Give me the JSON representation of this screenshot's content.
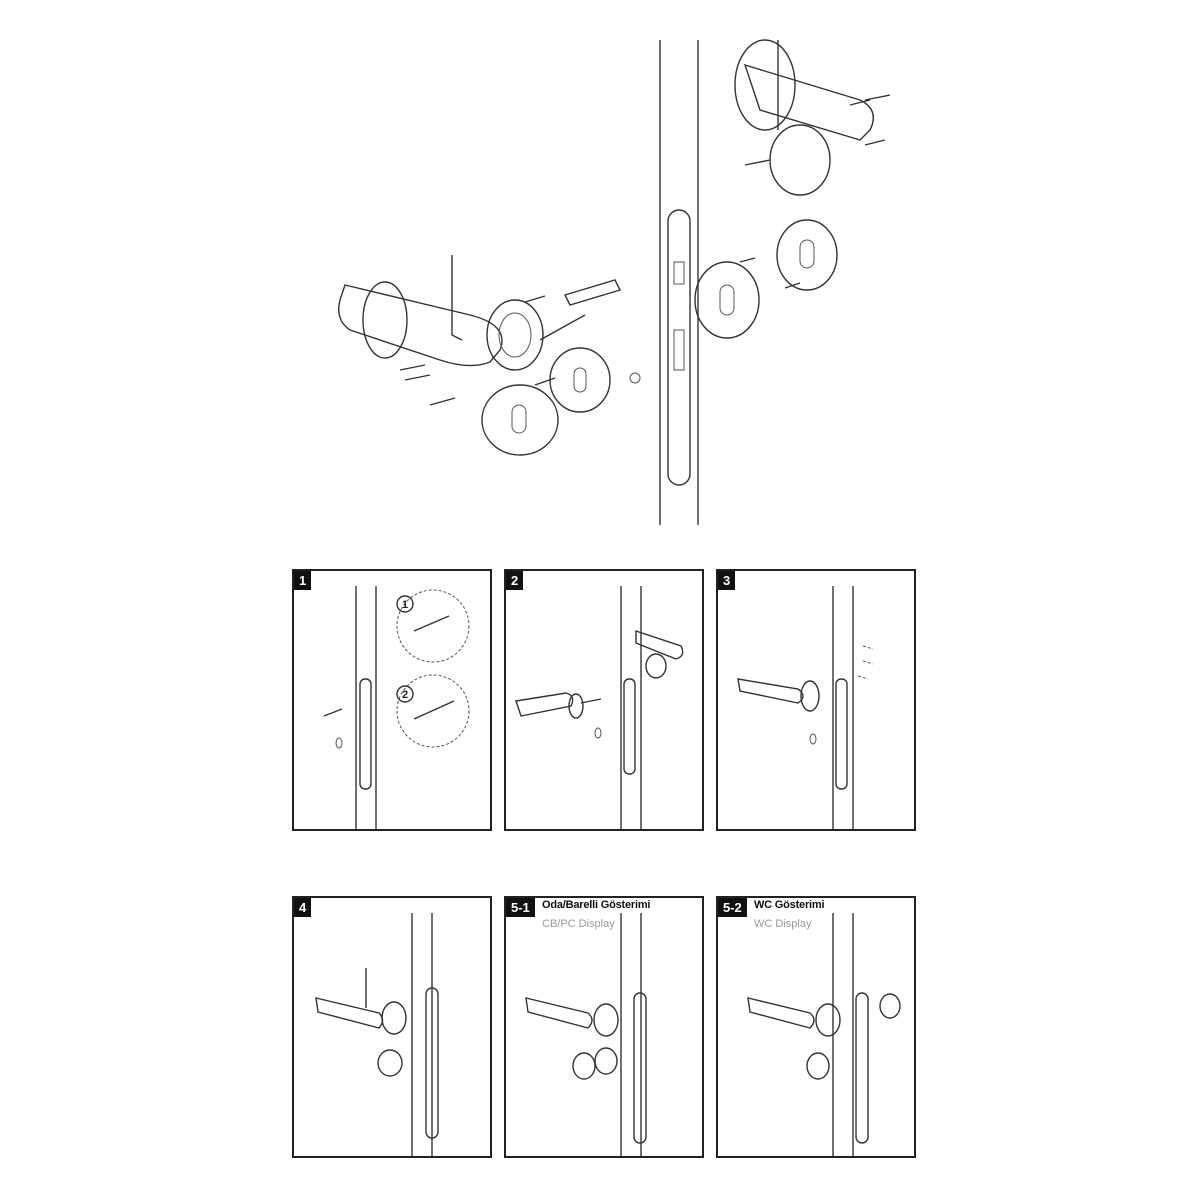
{
  "steps": [
    {
      "label": "1",
      "callouts": [
        "1",
        "2"
      ]
    },
    {
      "label": "2"
    },
    {
      "label": "3"
    },
    {
      "label": "4"
    },
    {
      "label": "5-1",
      "title": "Oda/Barelli Gösterimi",
      "subtitle": "CB/PC Display"
    },
    {
      "label": "5-2",
      "title": "WC Gösterimi",
      "subtitle": "WC Display"
    }
  ]
}
